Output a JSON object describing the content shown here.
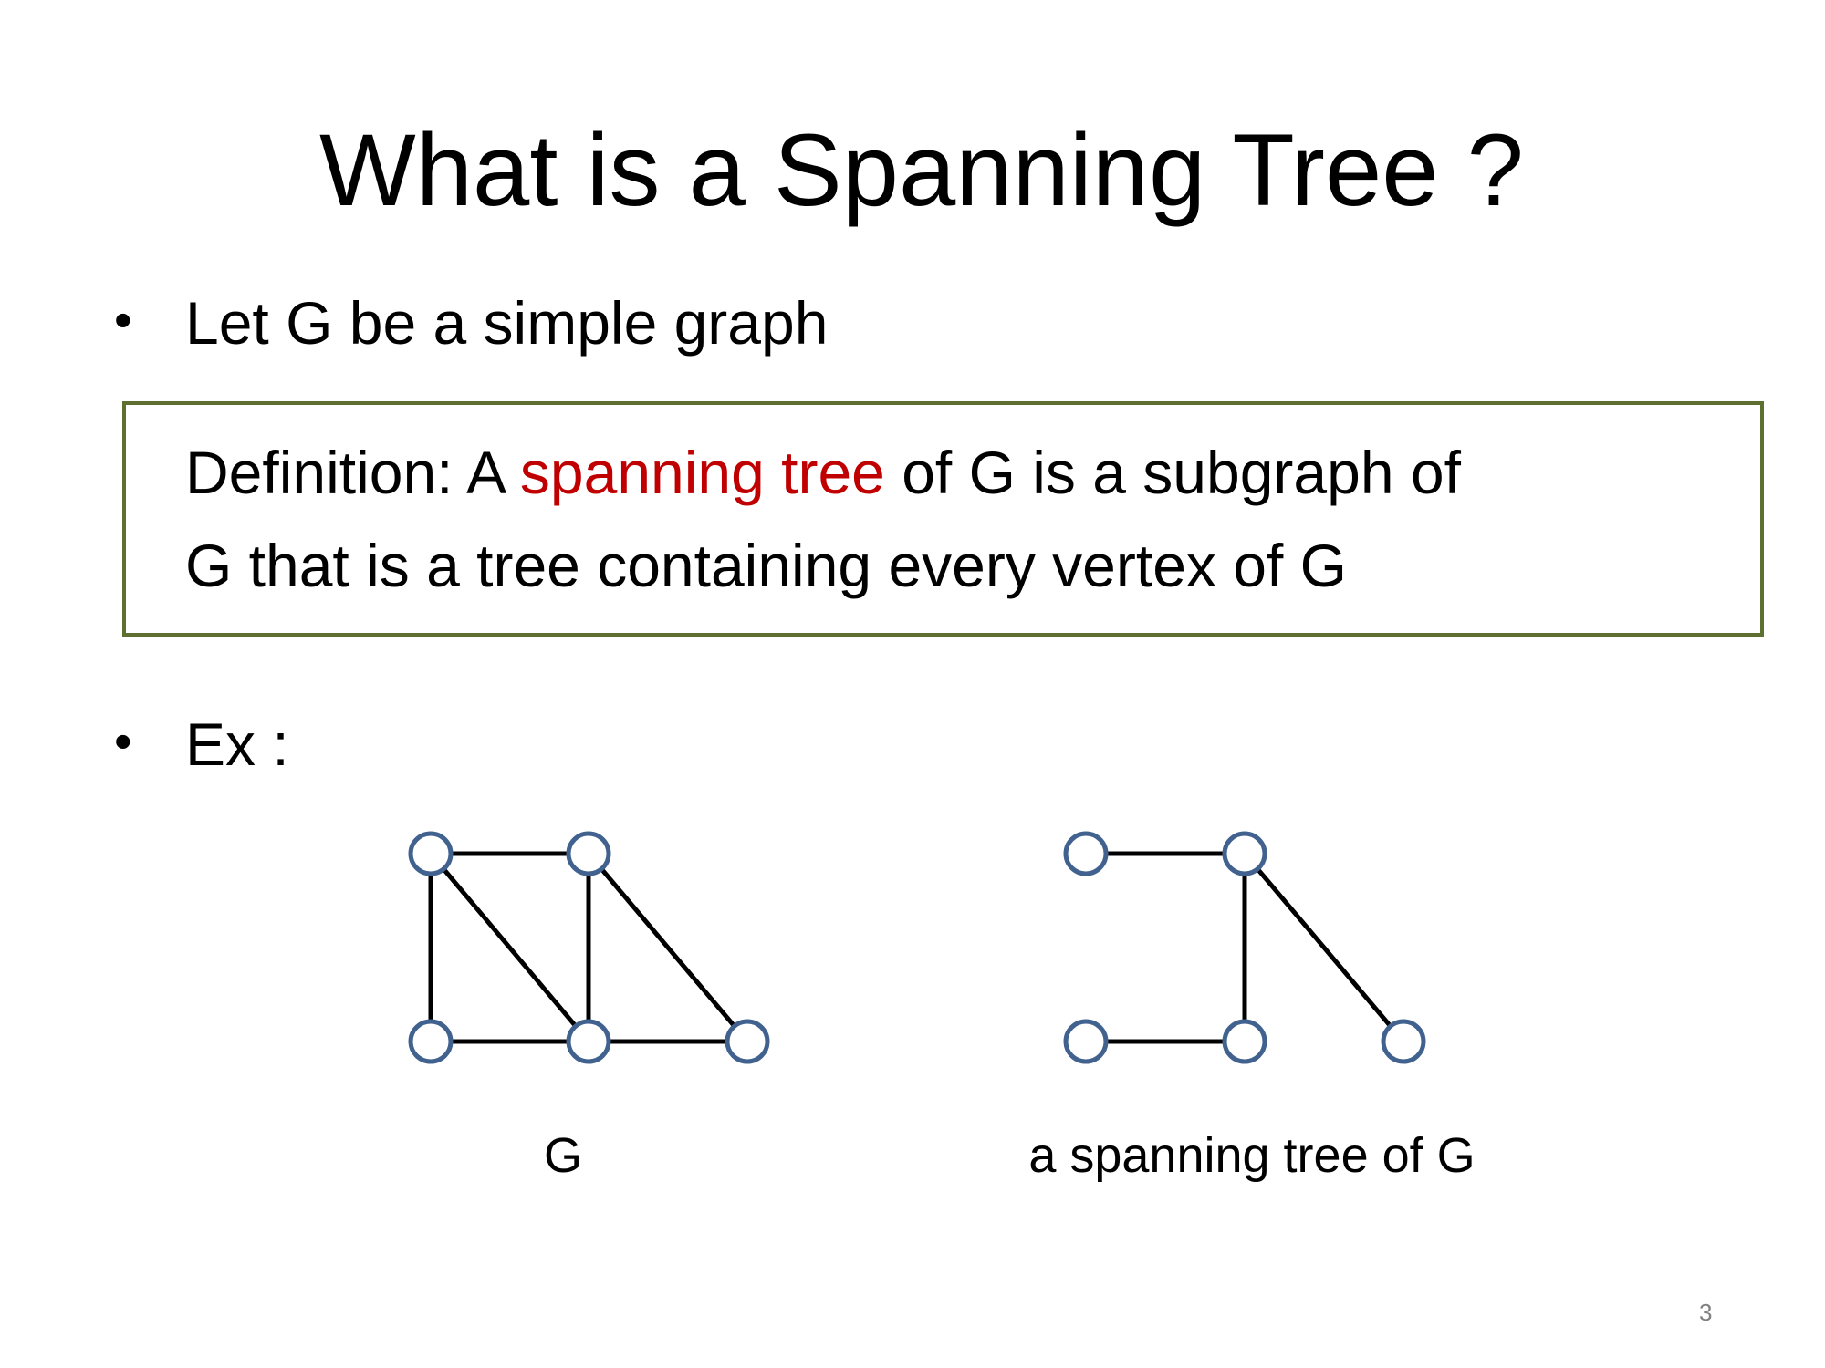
{
  "title": "What is a Spanning Tree ?",
  "bullets": [
    "Let G be a simple graph",
    "Ex :"
  ],
  "definition": {
    "prefix": "Definition:  A ",
    "term": "spanning tree",
    "rest1": " of G is a subgraph of",
    "line2": "G that is a tree containing every vertex of G"
  },
  "graphs": {
    "left_label": "G",
    "right_label": "a spanning tree of G"
  },
  "colors": {
    "vertex": "#41628f",
    "box_border": "#5e7030",
    "term": "#c00000"
  },
  "page_number": "3"
}
